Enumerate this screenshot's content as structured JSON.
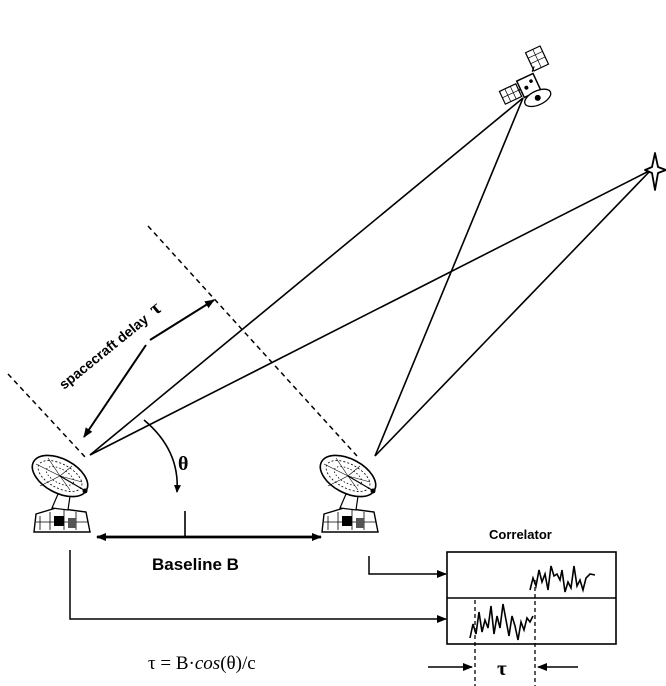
{
  "labels": {
    "spacecraft_delay": "spacecraft delay",
    "tau_symbol": "τ",
    "theta": "θ",
    "baseline": "Baseline B",
    "correlator": "Correlator",
    "formula_lhs": "τ = B·",
    "formula_cos": "cos",
    "formula_arg": "(θ)",
    "formula_rhs": "/c"
  },
  "icons": {
    "antenna_left": "radio-dish-icon",
    "antenna_right": "radio-dish-icon",
    "spacecraft": "satellite-icon",
    "source": "star-icon"
  },
  "colors": {
    "stroke": "#000000",
    "background": "#ffffff"
  }
}
